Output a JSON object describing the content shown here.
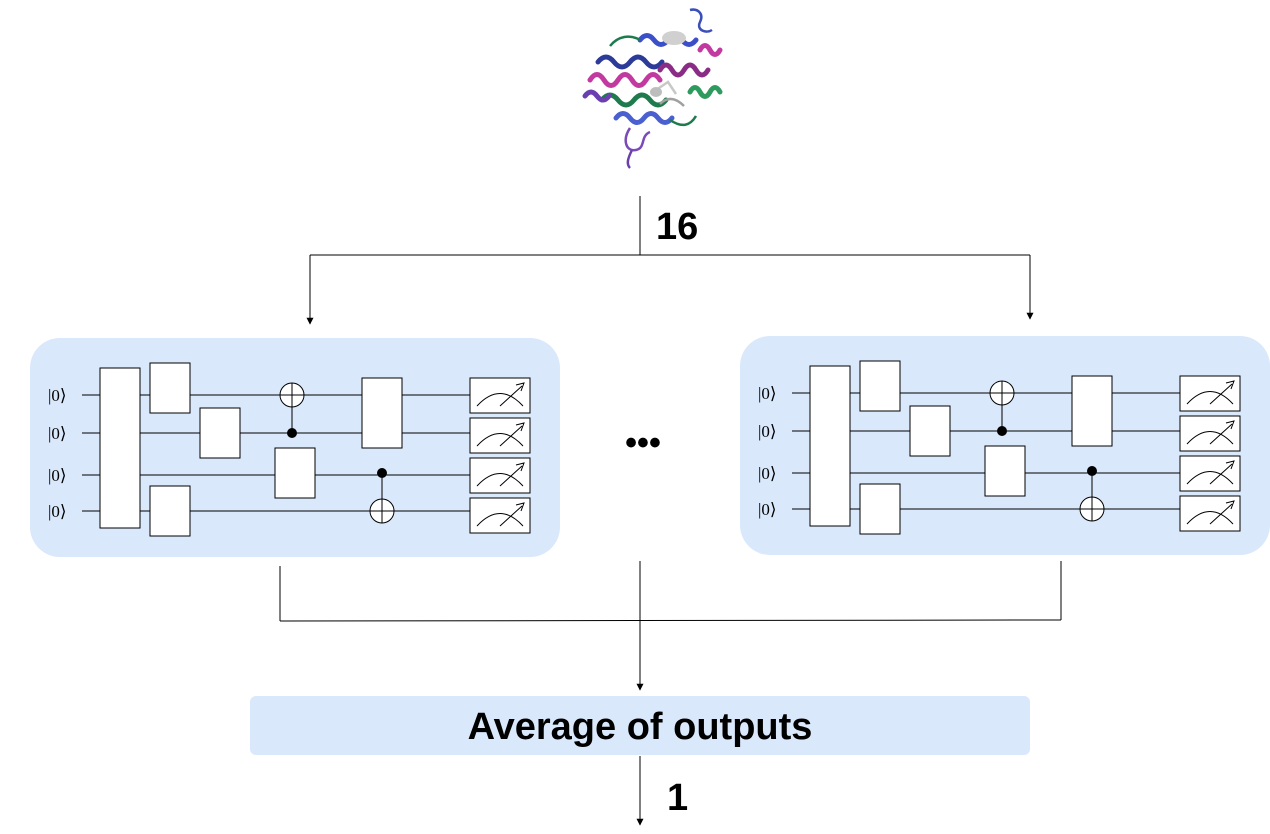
{
  "top_count_label": "16",
  "ellipsis": "•••",
  "average_label": "Average of outputs",
  "output_count_label": "1",
  "qubit_init_labels": [
    "|0⟩",
    "|0⟩",
    "|0⟩",
    "|0⟩"
  ],
  "icons": {
    "protein": "protein-structure-icon",
    "meter": "measurement-meter-icon"
  },
  "colors": {
    "panel_fill": "#dae8fc",
    "line": "#000000",
    "gate_fill": "#ffffff"
  }
}
